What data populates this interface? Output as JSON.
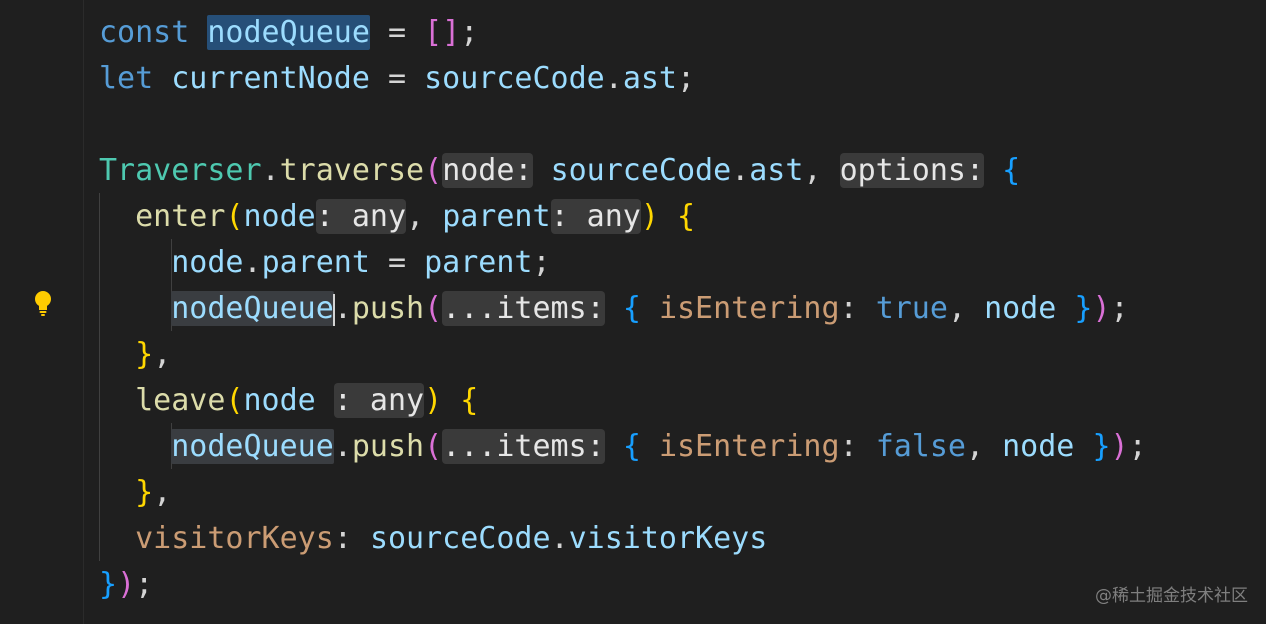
{
  "editor": {
    "lines": {
      "l1": {
        "const": "const",
        "name": "nodeQueue",
        "eq": " = ",
        "arr": "[]",
        "semi": ";"
      },
      "l2": {
        "let": "let",
        "name": "currentNode",
        "eq": " = ",
        "src": "sourceCode",
        "dot": ".",
        "ast": "ast",
        "semi": ";"
      },
      "l4": {
        "cls": "Traverser",
        "dot": ".",
        "fn": "traverse",
        "open": "(",
        "hint_node": "node:",
        "src": "sourceCode",
        "dot2": ".",
        "ast": "ast",
        "comma": ", ",
        "hint_options": "options:",
        "brace": "{"
      },
      "l5": {
        "fn": "enter",
        "open": "(",
        "p1": "node",
        "hint1": ": any",
        "comma": ", ",
        "p2": "parent",
        "hint2": ": any",
        "close": ")",
        "brace": "{"
      },
      "l6": {
        "obj": "node",
        "dot": ".",
        "prop": "parent",
        "eq": " = ",
        "val": "parent",
        "semi": ";"
      },
      "l7": {
        "obj": "nodeQueue",
        "dot": ".",
        "fn": "push",
        "open": "(",
        "hint": "...items:",
        "lb": "{",
        "key": "isEntering",
        "colon": ": ",
        "val": "true",
        "comma": ", ",
        "node": "node",
        "rb": "}",
        "close": ")",
        "semi": ";"
      },
      "l8": {
        "close": "}",
        "comma": ","
      },
      "l9": {
        "fn": "leave",
        "open": "(",
        "p1": "node",
        "hint1": ": any",
        "close": ")",
        "brace": "{"
      },
      "l10": {
        "obj": "nodeQueue",
        "dot": ".",
        "fn": "push",
        "open": "(",
        "hint": "...items:",
        "lb": "{",
        "key": "isEntering",
        "colon": ": ",
        "val": "false",
        "comma": ", ",
        "node": "node",
        "rb": "}",
        "close": ")",
        "semi": ";"
      },
      "l11": {
        "close": "}",
        "comma": ","
      },
      "l12": {
        "key": "visitorKeys",
        "colon": ": ",
        "src": "sourceCode",
        "dot": ".",
        "val": "visitorKeys"
      },
      "l13": {
        "rb": "}",
        "close": ")",
        "semi": ";"
      }
    }
  },
  "lightbulb_icon": "lightbulb-icon",
  "watermark": "@稀土掘金技术社区",
  "colors": {
    "background": "#1f1f1f",
    "keyword": "#569cd6",
    "variable": "#9cdcfe",
    "function": "#dcdcaa",
    "class": "#4ec9b0",
    "property": "#ce9178",
    "bulb": "#ffcc00"
  }
}
